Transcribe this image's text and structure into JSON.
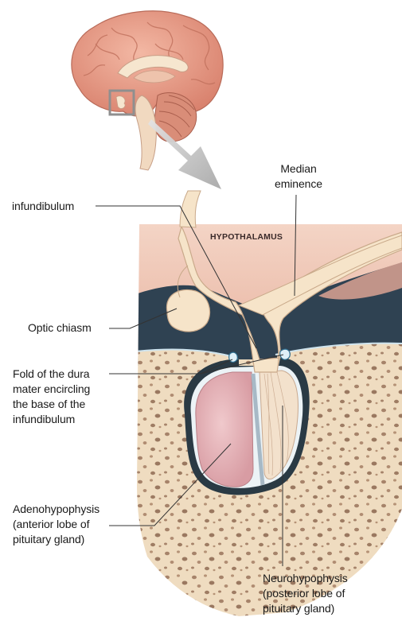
{
  "labels": {
    "median_eminence": "Median\neminence",
    "infundibulum": "infundibulum",
    "hypothalamus": "HYPOTHALAMUS",
    "optic_chiasm": "Optic chiasm",
    "dura_fold": "Fold of the dura\nmater encircling\nthe base of the\ninfundibulum",
    "adenohypophysis": "Adenohypophysis\n(anterior lobe of\npituitary gland)",
    "neurohypophysis": "Neurohypophysis\n(posterior lobe of\npituitary gland)"
  },
  "colors": {
    "brain": "#e9a08e",
    "tissue_cream": "#f6e4c9",
    "hypothalamus_bg": "#efc5b3",
    "csf_dark": "#2b3f4d",
    "bone": "#efdcc0",
    "bone_pores": "#9c7b63",
    "anterior_lobe": "#e8b8bd",
    "posterior_lobe": "#f3e2cf",
    "leader_line": "#333333"
  }
}
